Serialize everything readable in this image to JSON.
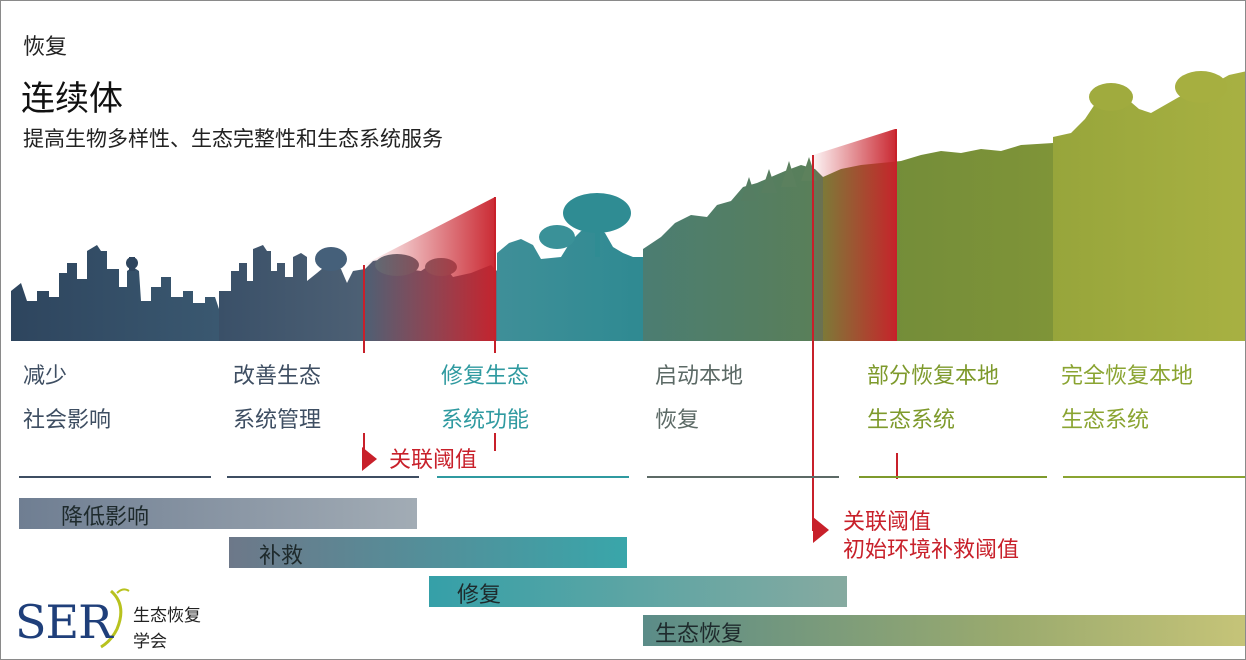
{
  "title": {
    "line1": "恢复",
    "line2": "连续体",
    "subtitle": "提高生物多样性、生态完整性和生态系统服务"
  },
  "stages": [
    {
      "line1": "减少",
      "line2": "社会影响",
      "color": "#3e4e62"
    },
    {
      "line1": "改善生态",
      "line2": "系统管理",
      "color": "#3e4e62"
    },
    {
      "line1": "修复生态",
      "line2": "系统功能",
      "color": "#2f9aa0"
    },
    {
      "line1": "启动本地",
      "line2": "恢复",
      "color": "#5c6a66"
    },
    {
      "line1": "部分恢复本地",
      "line2": "生态系统",
      "color": "#7e9a2c"
    },
    {
      "line1": "完全恢复本地",
      "line2": "生态系统",
      "color": "#8aa431"
    }
  ],
  "thresholds": {
    "first": "关联阈值",
    "second_line1": "关联阈值",
    "second_line2": "初始环境补救阈值"
  },
  "bars": [
    {
      "label": "降低影响",
      "color_from": "#6f7e92",
      "color_to": "#9aa6b0"
    },
    {
      "label": "补救",
      "color_from": "#6c7888",
      "color_to": "#3aa7ab"
    },
    {
      "label": "修复",
      "color_from": "#3aa3aa",
      "color_to": "#7aa7a0"
    },
    {
      "label": "生态恢复",
      "color_from": "#5f8f8a",
      "color_to": "#b9bd6a"
    }
  ],
  "logo": {
    "mark": "SER",
    "line1": "生态恢复",
    "line2": "学会"
  },
  "colors": {
    "threshold_red": "#c8202a",
    "city_blue": "#2f4a64",
    "teal": "#2d8f95",
    "forest_green": "#4f7a60",
    "olive": "#7b9235",
    "light_olive": "#a2ad3c"
  }
}
